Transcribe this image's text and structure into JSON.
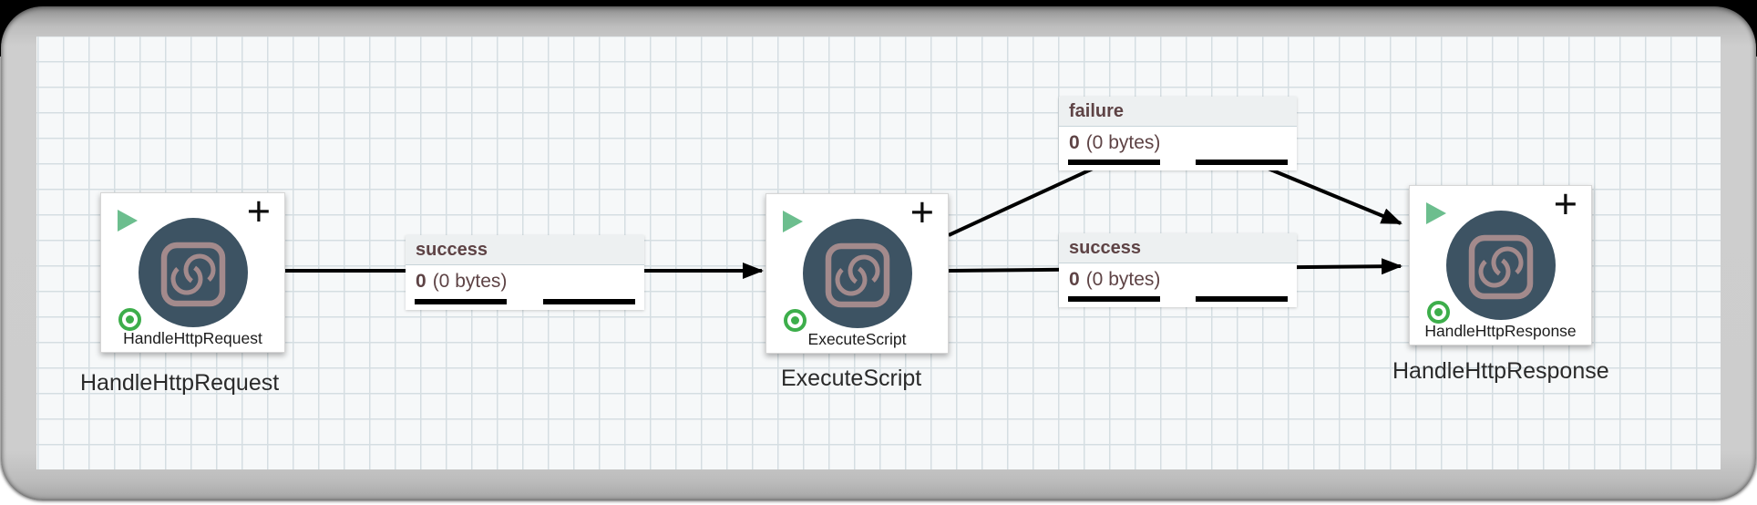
{
  "processors": [
    {
      "inner_label": "HandleHttpRequest",
      "external_label": "HandleHttpRequest",
      "add_glyph": "+"
    },
    {
      "inner_label": "ExecuteScript",
      "external_label": "ExecuteScript",
      "add_glyph": "+"
    },
    {
      "inner_label": "HandleHttpResponse",
      "external_label": "HandleHttpResponse",
      "add_glyph": "+"
    }
  ],
  "connections": [
    {
      "name": "success",
      "queued_count": "0",
      "queued_size": "(0 bytes)"
    },
    {
      "name": "failure",
      "queued_count": "0",
      "queued_size": "(0 bytes)"
    },
    {
      "name": "success",
      "queued_count": "0",
      "queued_size": "(0 bytes)"
    }
  ],
  "colors": {
    "processor_circle": "#3d5363",
    "processor_icon_stroke": "#a38a8c",
    "run_triangle": "#6cbe8e",
    "status_ring": "#3dae4b",
    "connection_text": "#5e4345",
    "connection_header_bg": "#edf0f1",
    "grid_line": "#d5dee2",
    "canvas_bg": "#f6f8f9"
  }
}
